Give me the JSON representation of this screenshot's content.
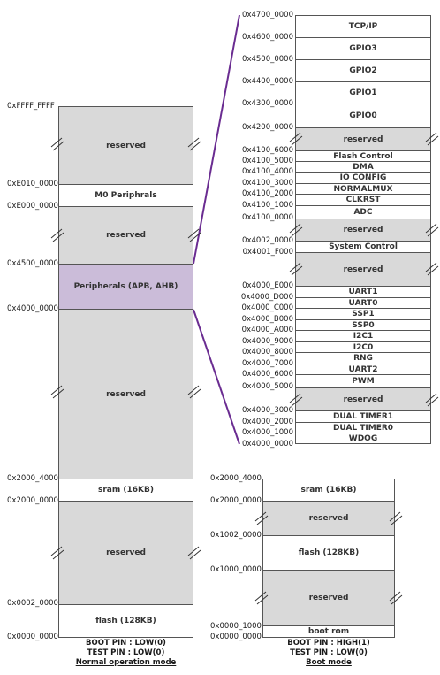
{
  "left_map": {
    "addresses": {
      "a0": "0xFFFF_FFFF",
      "a1": "0xE010_0000",
      "a2": "0xE000_0000",
      "a3": "0x4500_0000",
      "a4": "0x4000_0000",
      "a5": "0x2000_4000",
      "a6": "0x2000_0000",
      "a7": "0x0002_0000",
      "a8": "0x0000_0000"
    },
    "blocks": {
      "reserved_top": "reserved",
      "m0": "M0 Periphrals",
      "reserved_2": "reserved",
      "peripherals": "Peripherals (APB, AHB)",
      "reserved_3": "reserved",
      "sram": "sram (16KB)",
      "reserved_4": "reserved",
      "flash": "flash (128KB)"
    },
    "footer": {
      "boot_pin": "BOOT PIN : LOW(0)",
      "test_pin": "TEST PIN : LOW(0)",
      "title": "Normal operation mode"
    }
  },
  "peripheral_map": {
    "addresses": {
      "p0": "0x4700_0000",
      "p1": "0x4600_0000",
      "p2": "0x4500_0000",
      "p3": "0x4400_0000",
      "p4": "0x4300_0000",
      "p5": "0x4200_0000",
      "p6": "0x4100_6000",
      "p7": "0x4100_5000",
      "p8": "0x4100_4000",
      "p9": "0x4100_3000",
      "p10": "0x4100_2000",
      "p11": "0x4100_1000",
      "p12": "0x4100_0000",
      "p13": "0x4002_0000",
      "p14": "0x4001_F000",
      "p15": "0x4000_E000",
      "p16": "0x4000_D000",
      "p17": "0x4000_C000",
      "p18": "0x4000_B000",
      "p19": "0x4000_A000",
      "p20": "0x4000_9000",
      "p21": "0x4000_8000",
      "p22": "0x4000_7000",
      "p23": "0x4000_6000",
      "p24": "0x4000_5000",
      "p25": "0x4000_3000",
      "p26": "0x4000_2000",
      "p27": "0x4000_1000",
      "p28": "0x4000_0000"
    },
    "blocks": {
      "tcpip": "TCP/IP",
      "gpio3": "GPIO3",
      "gpio2": "GPIO2",
      "gpio1": "GPIO1",
      "gpio0": "GPIO0",
      "res1": "reserved",
      "flash_ctrl": "Flash Control",
      "dma": "DMA",
      "io_config": "IO CONFIG",
      "normalmux": "NORMALMUX",
      "clkrst": "CLKRST",
      "adc": "ADC",
      "res2": "reserved",
      "sys_ctrl": "System Control",
      "res3": "reserved",
      "uart1": "UART1",
      "uart0": "UART0",
      "ssp1": "SSP1",
      "ssp0": "SSP0",
      "i2c1": "I2C1",
      "i2c0": "I2C0",
      "rng": "RNG",
      "uart2": "UART2",
      "pwm": "PWM",
      "res4": "reserved",
      "dual_timer1": "DUAL TIMER1",
      "dual_timer0": "DUAL TIMER0",
      "wdog": "WDOG"
    }
  },
  "boot_map": {
    "addresses": {
      "b0": "0x2000_4000",
      "b1": "0x2000_0000",
      "b2": "0x1002_0000",
      "b3": "0x1000_0000",
      "b4": "0x0000_1000",
      "b5": "0x0000_0000"
    },
    "blocks": {
      "sram": "sram (16KB)",
      "res1": "reserved",
      "flash": "flash (128KB)",
      "res2": "reserved",
      "bootrom": "boot rom"
    },
    "footer": {
      "boot_pin": "BOOT PIN : HIGH(1)",
      "test_pin": "TEST PIN : LOW(0)",
      "title": "Boot mode"
    }
  },
  "colors": {
    "reserved": "#d9d9d9",
    "peripherals": "#cbbcd9",
    "connector": "#6a2c91"
  }
}
